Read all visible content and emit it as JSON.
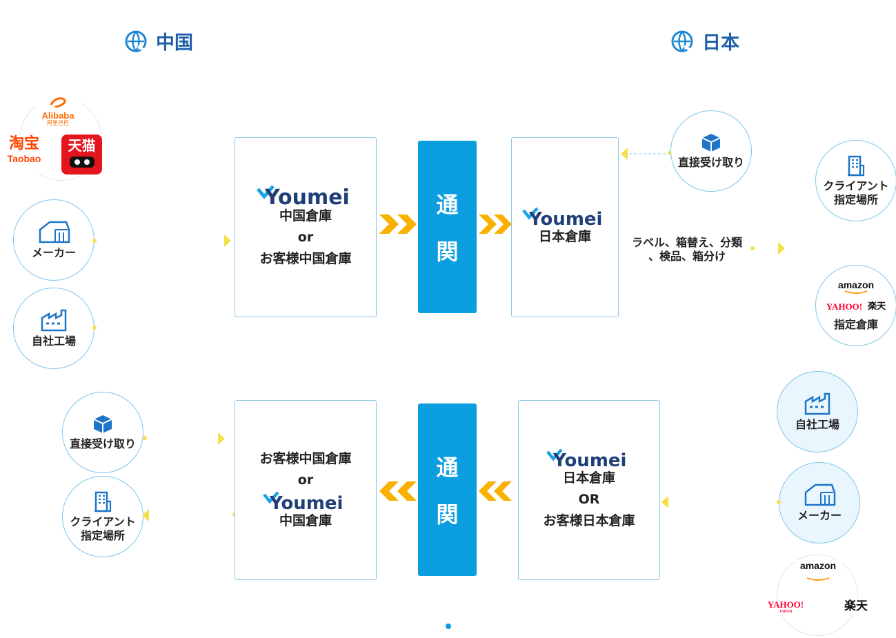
{
  "regions": {
    "china": "中国",
    "japan": "日本"
  },
  "logo_text": "Youmei",
  "brands": {
    "alibaba": "Alibaba",
    "alibaba_sub": "阿里巴巴",
    "taobao_cn": "淘宝",
    "taobao_en": "Taobao",
    "tmall": "天猫",
    "amazon": "amazon",
    "yahoo": "YAHOO!",
    "yahoo_sub": "JAPAN",
    "rakuten": "楽天"
  },
  "top": {
    "china_box": {
      "line1": "中国倉庫",
      "line2": "or",
      "line3": "お客様中国倉庫"
    },
    "customs": [
      "通",
      "関"
    ],
    "japan_box": {
      "line1": "日本倉庫"
    },
    "process": [
      "ラベル、箱替え、分類",
      "、検品、箱分け"
    ],
    "left_sources": {
      "maker": "メーカー",
      "factory": "自社工場"
    },
    "direct_pickup": "直接受け取り",
    "right_dest": {
      "client": [
        "クライアント",
        "指定場所"
      ],
      "warehouse": "指定倉庫"
    }
  },
  "bottom": {
    "china_box": {
      "line1": "お客様中国倉庫",
      "line2": "or",
      "line3": "中国倉庫"
    },
    "customs": [
      "通",
      "関"
    ],
    "japan_box": {
      "line1": "日本倉庫",
      "line2": "OR",
      "line3": "お客様日本倉庫"
    },
    "left": {
      "pickup": "直接受け取り",
      "client": [
        "クライアント",
        "指定場所"
      ]
    },
    "right": {
      "factory": "自社工場",
      "maker": "メーカー"
    }
  }
}
